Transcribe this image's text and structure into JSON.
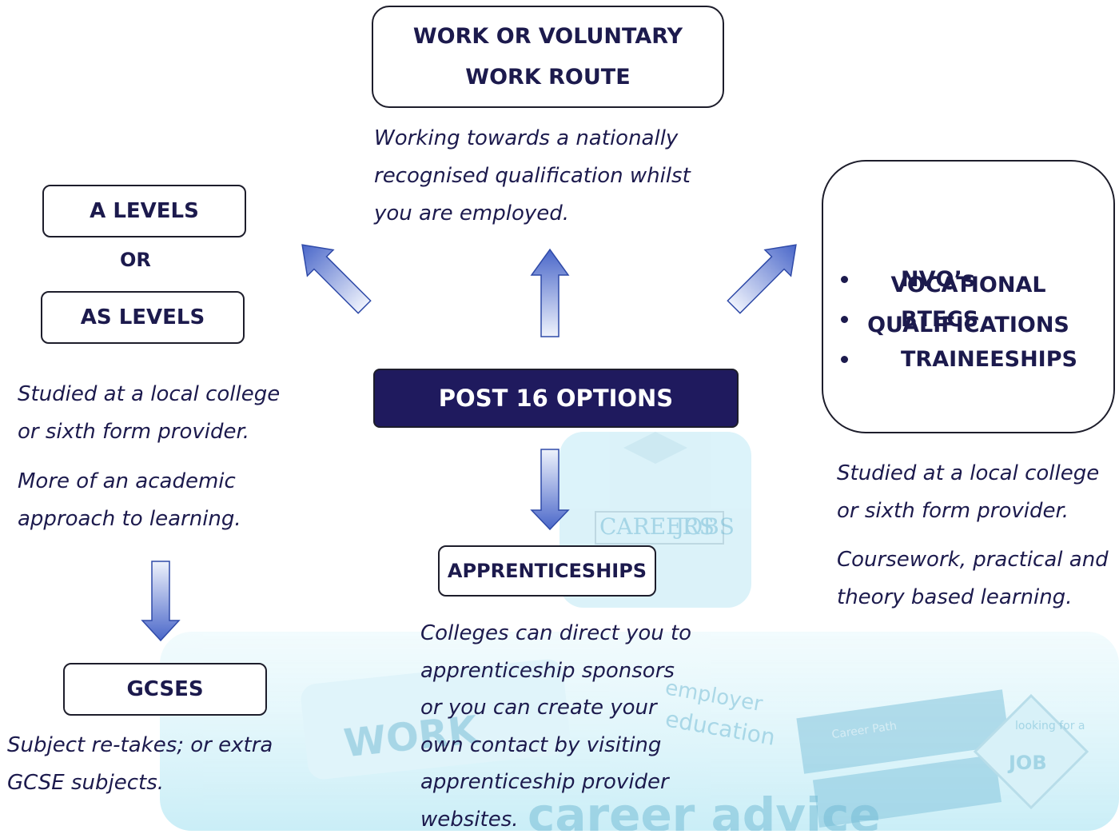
{
  "center": {
    "title": "POST 16 OPTIONS"
  },
  "work_route": {
    "title_line1": "WORK OR VOLUNTARY",
    "title_line2": "WORK ROUTE",
    "description": [
      "Working towards a nationally",
      "recognised qualification whilst",
      "you are employed."
    ]
  },
  "a_levels": {
    "title": "A LEVELS",
    "or_label": "OR",
    "title2": "AS LEVELS",
    "description1": [
      "Studied at a local college",
      "or sixth form provider."
    ],
    "description2": [
      "More of an academic",
      "approach to learning."
    ]
  },
  "gcses": {
    "title": "GCSES",
    "description": [
      "Subject re-takes; or extra",
      "GCSE subjects."
    ]
  },
  "vocational": {
    "title_line1": "VOCATIONAL",
    "title_line2": "QUALIFICATIONS",
    "items": [
      "NVQ’s",
      "BTECS",
      "TRAINEESHIPS"
    ],
    "description1": [
      "Studied at a local college",
      "or sixth form provider."
    ],
    "description2": [
      "Coursework, practical and",
      "theory based learning."
    ]
  },
  "apprenticeships": {
    "title": "APPRENTICESHIPS",
    "description": [
      "Colleges can direct you to",
      "apprenticeship sponsors",
      "or you can create your",
      "own contact by visiting",
      "apprenticeship provider",
      "websites."
    ]
  },
  "background_text": [
    "CAREERS",
    "JOBS",
    "WORK",
    "employer",
    "education",
    "Career Path",
    "looking for a",
    "JOB",
    "career advice"
  ],
  "colors": {
    "center_fill": "#1f1a5e",
    "text": "#1c1a4d",
    "arrow_light": "#e6ecfa",
    "arrow_dark": "#4a67c9",
    "background_tint": "#4fc6e4"
  }
}
